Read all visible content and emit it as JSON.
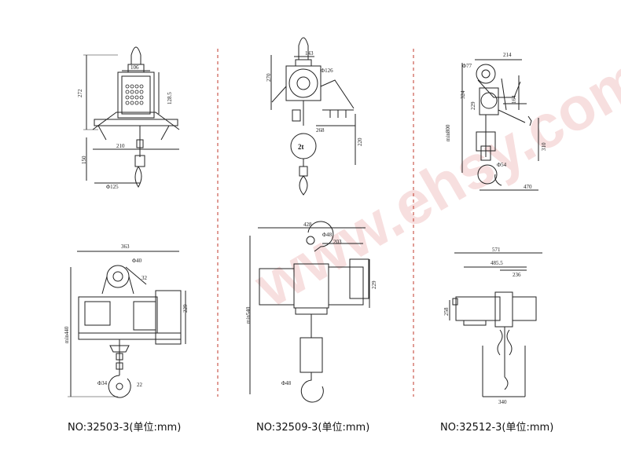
{
  "watermark": "www.ehsy.com",
  "colors": {
    "line": "#222222",
    "divider": "#c0392b",
    "watermark": "#e9a6a6"
  },
  "drawings": [
    {
      "caption": "NO:32503-3(单位:mm)",
      "top_dims": {
        "d1": "272",
        "d2": "106",
        "d3": "128.5",
        "d4": "210",
        "d5": "150",
        "d6": "Φ125"
      },
      "bottom_dims": {
        "d1": "363",
        "d2": "Φ40",
        "d3": "32",
        "d4": "229",
        "d5": "min440",
        "d6": "Φ34",
        "d7": "22"
      }
    },
    {
      "caption": "NO:32509-3(单位:mm)",
      "top_dims": {
        "d1": "143",
        "d2": "Φ126",
        "d3": "270",
        "d4": "268",
        "d5": "220",
        "d6": "2t"
      },
      "bottom_dims": {
        "d1": "428",
        "d2": "Φ48",
        "d3": "203",
        "d4": "229",
        "d5": "min540",
        "d6": "Φ48"
      }
    },
    {
      "caption": "NO:32512-3(单位:mm)",
      "top_dims": {
        "d1": "214",
        "d2": "Φ77",
        "d3": "324",
        "d4": "229",
        "d5": "164",
        "d6": "min800",
        "d7": "310",
        "d8": "Φ54",
        "d9": "470"
      },
      "bottom_dims": {
        "d1": "571",
        "d2": "485.5",
        "d3": "236",
        "d4": "258",
        "d5": "340"
      }
    }
  ]
}
